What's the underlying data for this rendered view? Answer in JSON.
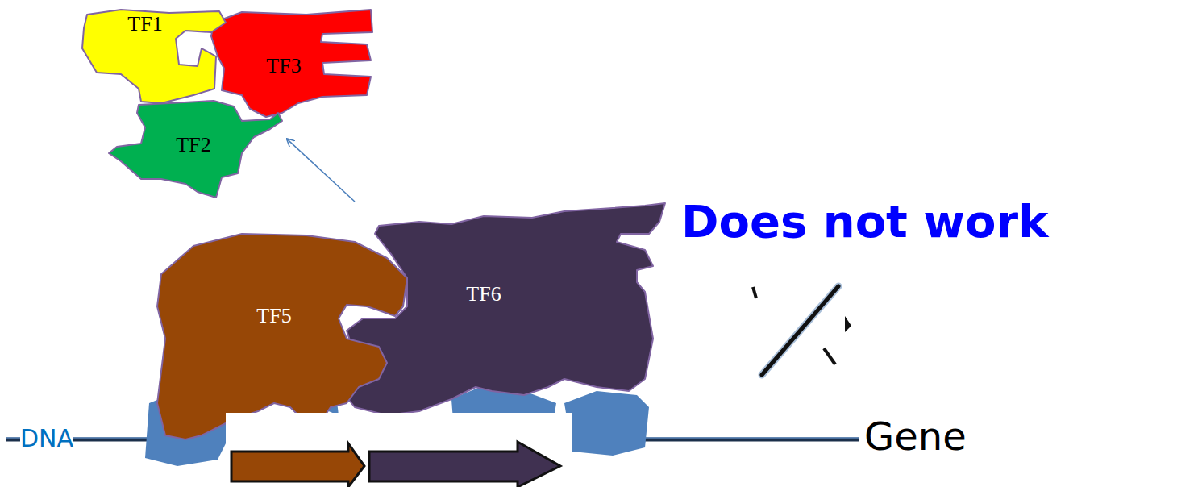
{
  "diagram": {
    "nodes": [
      {
        "text": [
          "TF1"
        ]
      },
      {
        "text": [
          "TF3"
        ]
      },
      {
        "text": [
          "TF2"
        ]
      },
      {
        "text": [
          "TF5"
        ]
      },
      {
        "text": [
          "TF6"
        ]
      }
    ],
    "edges": [
      {
        "from": 4,
        "to": 2,
        "arrow": "to"
      }
    ],
    "labels": [
      "Does not work",
      "DNA",
      "Gene"
    ]
  }
}
